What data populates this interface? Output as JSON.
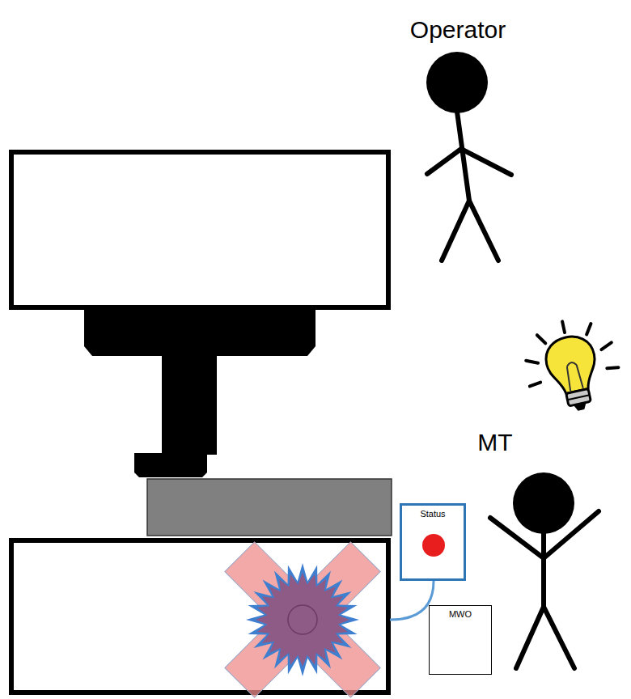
{
  "diagram": {
    "nodes": [
      {
        "text": [
          "Status"
        ]
      },
      {
        "text": [
          "MWO"
        ]
      }
    ],
    "labels": [
      "Operator",
      "MT"
    ]
  }
}
